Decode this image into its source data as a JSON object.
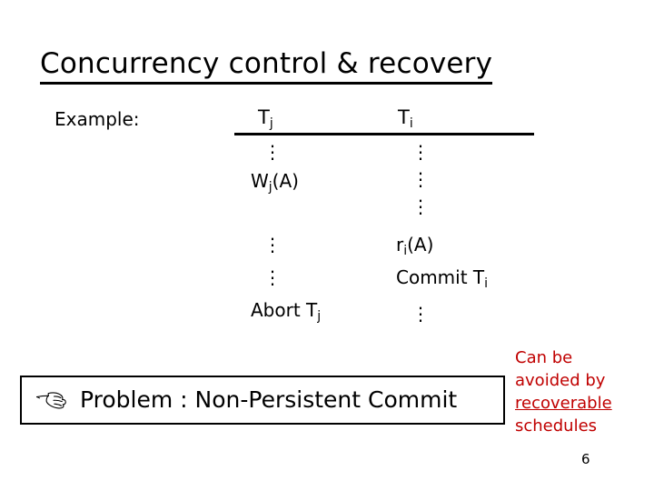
{
  "slide": {
    "title": "Concurrency control & recovery",
    "page_number": "6",
    "example_label": "Example:"
  },
  "schedule": {
    "columns": [
      {
        "label": "T",
        "subscript": "j"
      },
      {
        "label": "T",
        "subscript": "i"
      }
    ],
    "vertical_dots_glyph": "⋮",
    "left_column": [
      {
        "kind": "dots",
        "text": "⋮"
      },
      {
        "kind": "op",
        "text": "W",
        "subscript": "j",
        "arg": "(A)"
      },
      {
        "kind": "dots",
        "text": "⋮"
      },
      {
        "kind": "dots",
        "text": "⋮"
      },
      {
        "kind": "op",
        "text": "Abort T",
        "subscript": "j",
        "arg": ""
      }
    ],
    "right_column": [
      {
        "kind": "dots",
        "text": "⋮"
      },
      {
        "kind": "dots",
        "text": "⋮"
      },
      {
        "kind": "dots",
        "text": "⋮"
      },
      {
        "kind": "op",
        "text": "r",
        "subscript": "i",
        "arg": "(A)"
      },
      {
        "kind": "op",
        "text": "Commit T",
        "subscript": "i",
        "arg": ""
      },
      {
        "kind": "dots",
        "text": "⋮"
      }
    ],
    "cells": {
      "left_dots_1": "⋮",
      "left_wj": "W",
      "left_wj_sub": "j",
      "left_wj_arg": "(A)",
      "left_dots_2": "⋮",
      "left_dots_3": "⋮",
      "left_abort": "Abort T",
      "left_abort_sub": "j",
      "right_dots_1": "⋮",
      "right_dots_2": "⋮",
      "right_dots_3": "⋮",
      "right_ri": "r",
      "right_ri_sub": "i",
      "right_ri_arg": "(A)",
      "right_commit": "Commit T",
      "right_commit_sub": "i",
      "right_dots_4": "⋮"
    }
  },
  "problem": {
    "bullet_icon": "pointing-hand-icon",
    "text": "Problem : Non-Persistent Commit"
  },
  "note": {
    "line1": "Can be",
    "line2": "avoided by",
    "line3_underlined": "recoverable",
    "line4": "schedules",
    "color": "#c00000"
  }
}
